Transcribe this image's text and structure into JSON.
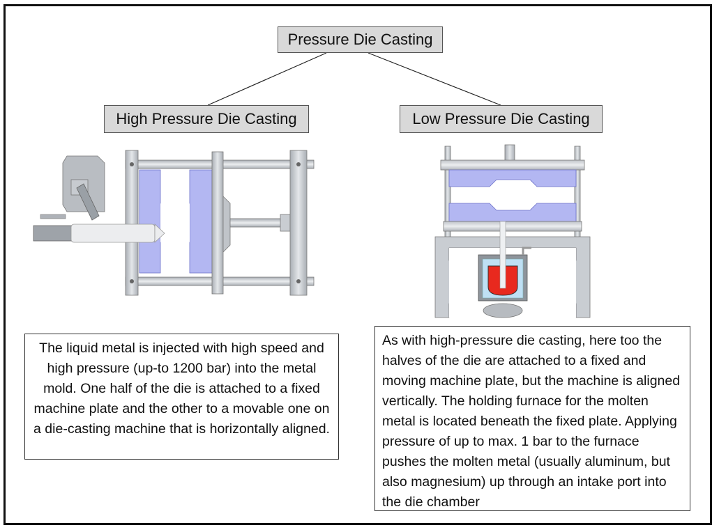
{
  "root": {
    "label": "Pressure Die Casting"
  },
  "high_pressure": {
    "label": "High Pressure Die Casting",
    "description": "The liquid metal is injected with high speed and high pressure (up-to 1200 bar) into the metal mold. One half of the die is attached to a fixed machine plate and the other to a movable one on a die-casting machine that is horizontally aligned."
  },
  "low_pressure": {
    "label": "Low Pressure Die Casting",
    "description": "As with high-pressure die casting, here too the halves of the die are attached to a fixed and moving machine plate, but the machine is aligned vertically. The holding furnace for the molten metal is located beneath the fixed plate. Applying pressure of up to max. 1 bar to the furnace pushes the molten metal (usually aluminum, but also magnesium) up through an intake port into the die chamber"
  },
  "colors": {
    "node_fill": "#d9d9d9",
    "frame": "#111111",
    "die": "#b3b7f2",
    "molten": "#e8291e",
    "steel": "#c8ccd1"
  }
}
